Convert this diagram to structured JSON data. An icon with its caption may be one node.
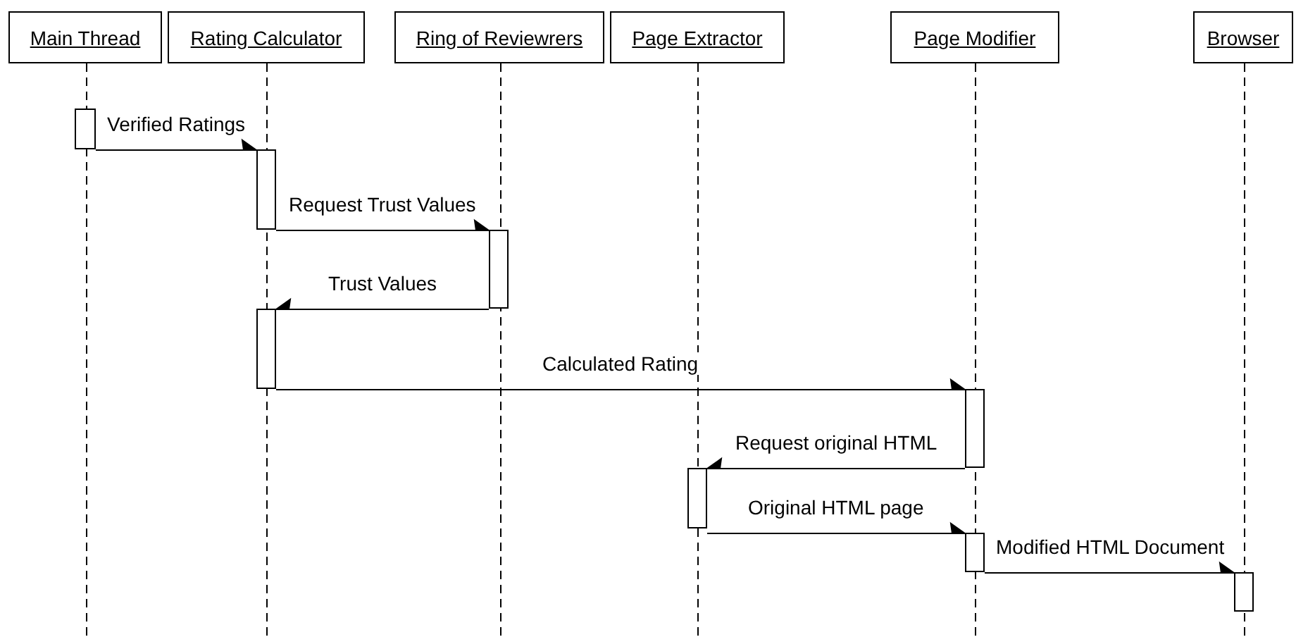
{
  "diagram": {
    "nodes": [
      {
        "text": [
          "Main Thread"
        ]
      },
      {
        "text": [
          "Rating Calculator"
        ]
      },
      {
        "text": [
          "Ring of Reviewrers"
        ]
      },
      {
        "text": [
          "Page Extractor"
        ]
      },
      {
        "text": [
          "Page Modifier"
        ]
      },
      {
        "text": [
          "Browser"
        ]
      },
      {
        "text": [],
        "shape": "bar"
      },
      {
        "text": [],
        "shape": "bar"
      },
      {
        "text": [],
        "shape": "bar"
      },
      {
        "text": [],
        "shape": "bar"
      },
      {
        "text": [],
        "shape": "bar"
      },
      {
        "text": [],
        "shape": "bar"
      },
      {
        "text": [],
        "shape": "bar"
      },
      {
        "text": [],
        "shape": "bar"
      }
    ],
    "edges": [
      {
        "from": 0,
        "to": null,
        "arrow": "none",
        "style": "dashed"
      },
      {
        "from": 1,
        "to": null,
        "arrow": "none",
        "style": "dashed"
      },
      {
        "from": 2,
        "to": null,
        "arrow": "none",
        "style": "dashed"
      },
      {
        "from": 3,
        "to": null,
        "arrow": "none",
        "style": "dashed"
      },
      {
        "from": 4,
        "to": null,
        "arrow": "none",
        "style": "dashed"
      },
      {
        "from": 5,
        "to": null,
        "arrow": "none",
        "style": "dashed"
      },
      {
        "from": 6,
        "to": 7,
        "arrow": "to",
        "label": "Verified Ratings"
      },
      {
        "from": 7,
        "to": 8,
        "arrow": "to",
        "label": "Request Trust Values"
      },
      {
        "from": 8,
        "to": 9,
        "arrow": "to",
        "label": "Trust Values"
      },
      {
        "from": 9,
        "to": 10,
        "arrow": "to",
        "label": "Calculated Rating"
      },
      {
        "from": 10,
        "to": 11,
        "arrow": "to",
        "label": "Request original HTML"
      },
      {
        "from": 11,
        "to": 12,
        "arrow": "to",
        "label": "Original HTML page"
      },
      {
        "from": 12,
        "to": 13,
        "arrow": "to",
        "label": "Modified HTML Document"
      }
    ]
  }
}
